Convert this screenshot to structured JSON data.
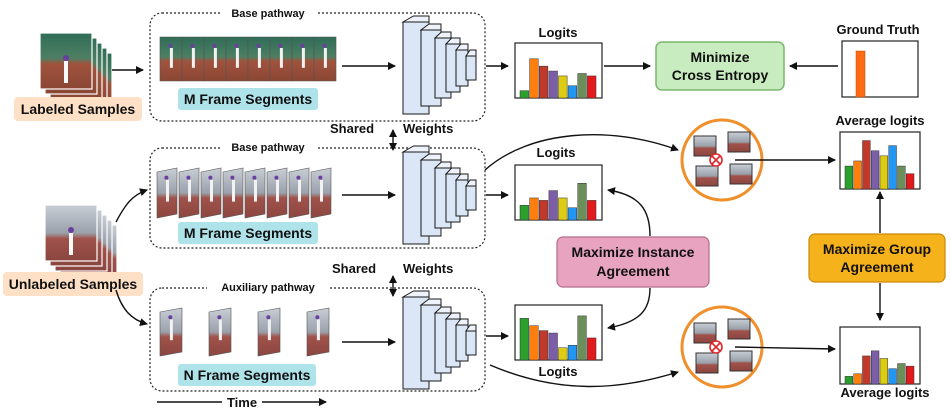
{
  "labels": {
    "labeled_samples": "Labeled Samples",
    "unlabeled_samples": "Unlabeled Samples",
    "base_pathway_top": "Base pathway",
    "base_pathway_mid": "Base pathway",
    "auxiliary_pathway": "Auxiliary pathway",
    "m_segments_top": "M Frame Segments",
    "m_segments_mid": "M Frame Segments",
    "n_segments": "N Frame Segments",
    "shared_1": "Shared",
    "weights_1": "Weights",
    "shared_2": "Shared",
    "weights_2": "Weights",
    "logits_top": "Logits",
    "logits_mid": "Logits",
    "logits_bot": "Logits",
    "ground_truth": "Ground Truth",
    "min_ce_1": "Minimize",
    "min_ce_2": "Cross Entropy",
    "avg_logits_top": "Average logits",
    "avg_logits_bot": "Average logits",
    "max_inst_1": "Maximize Instance",
    "max_inst_2": "Agreement",
    "max_group_1": "Maximize Group",
    "max_group_2": "Agreement",
    "time": "Time"
  },
  "colors": {
    "bar_palette": [
      "#2ca02c",
      "#ff7f0e",
      "#c0392b",
      "#7b5ea7",
      "#ddcc11",
      "#2196f3",
      "#6b8e5a",
      "#e31a1c"
    ],
    "labeled_bg": "#fde0c6",
    "unlabeled_bg": "#fde0c6",
    "segments_bg": "#aee3ea",
    "min_ce_fill": "#c8ecbf",
    "min_ce_stroke": "#79b86c",
    "max_inst_fill": "#e7a3bf",
    "max_group_fill": "#f6b21a",
    "circle_stroke": "#f0902c",
    "network_fill": "#dbe6f7"
  }
}
